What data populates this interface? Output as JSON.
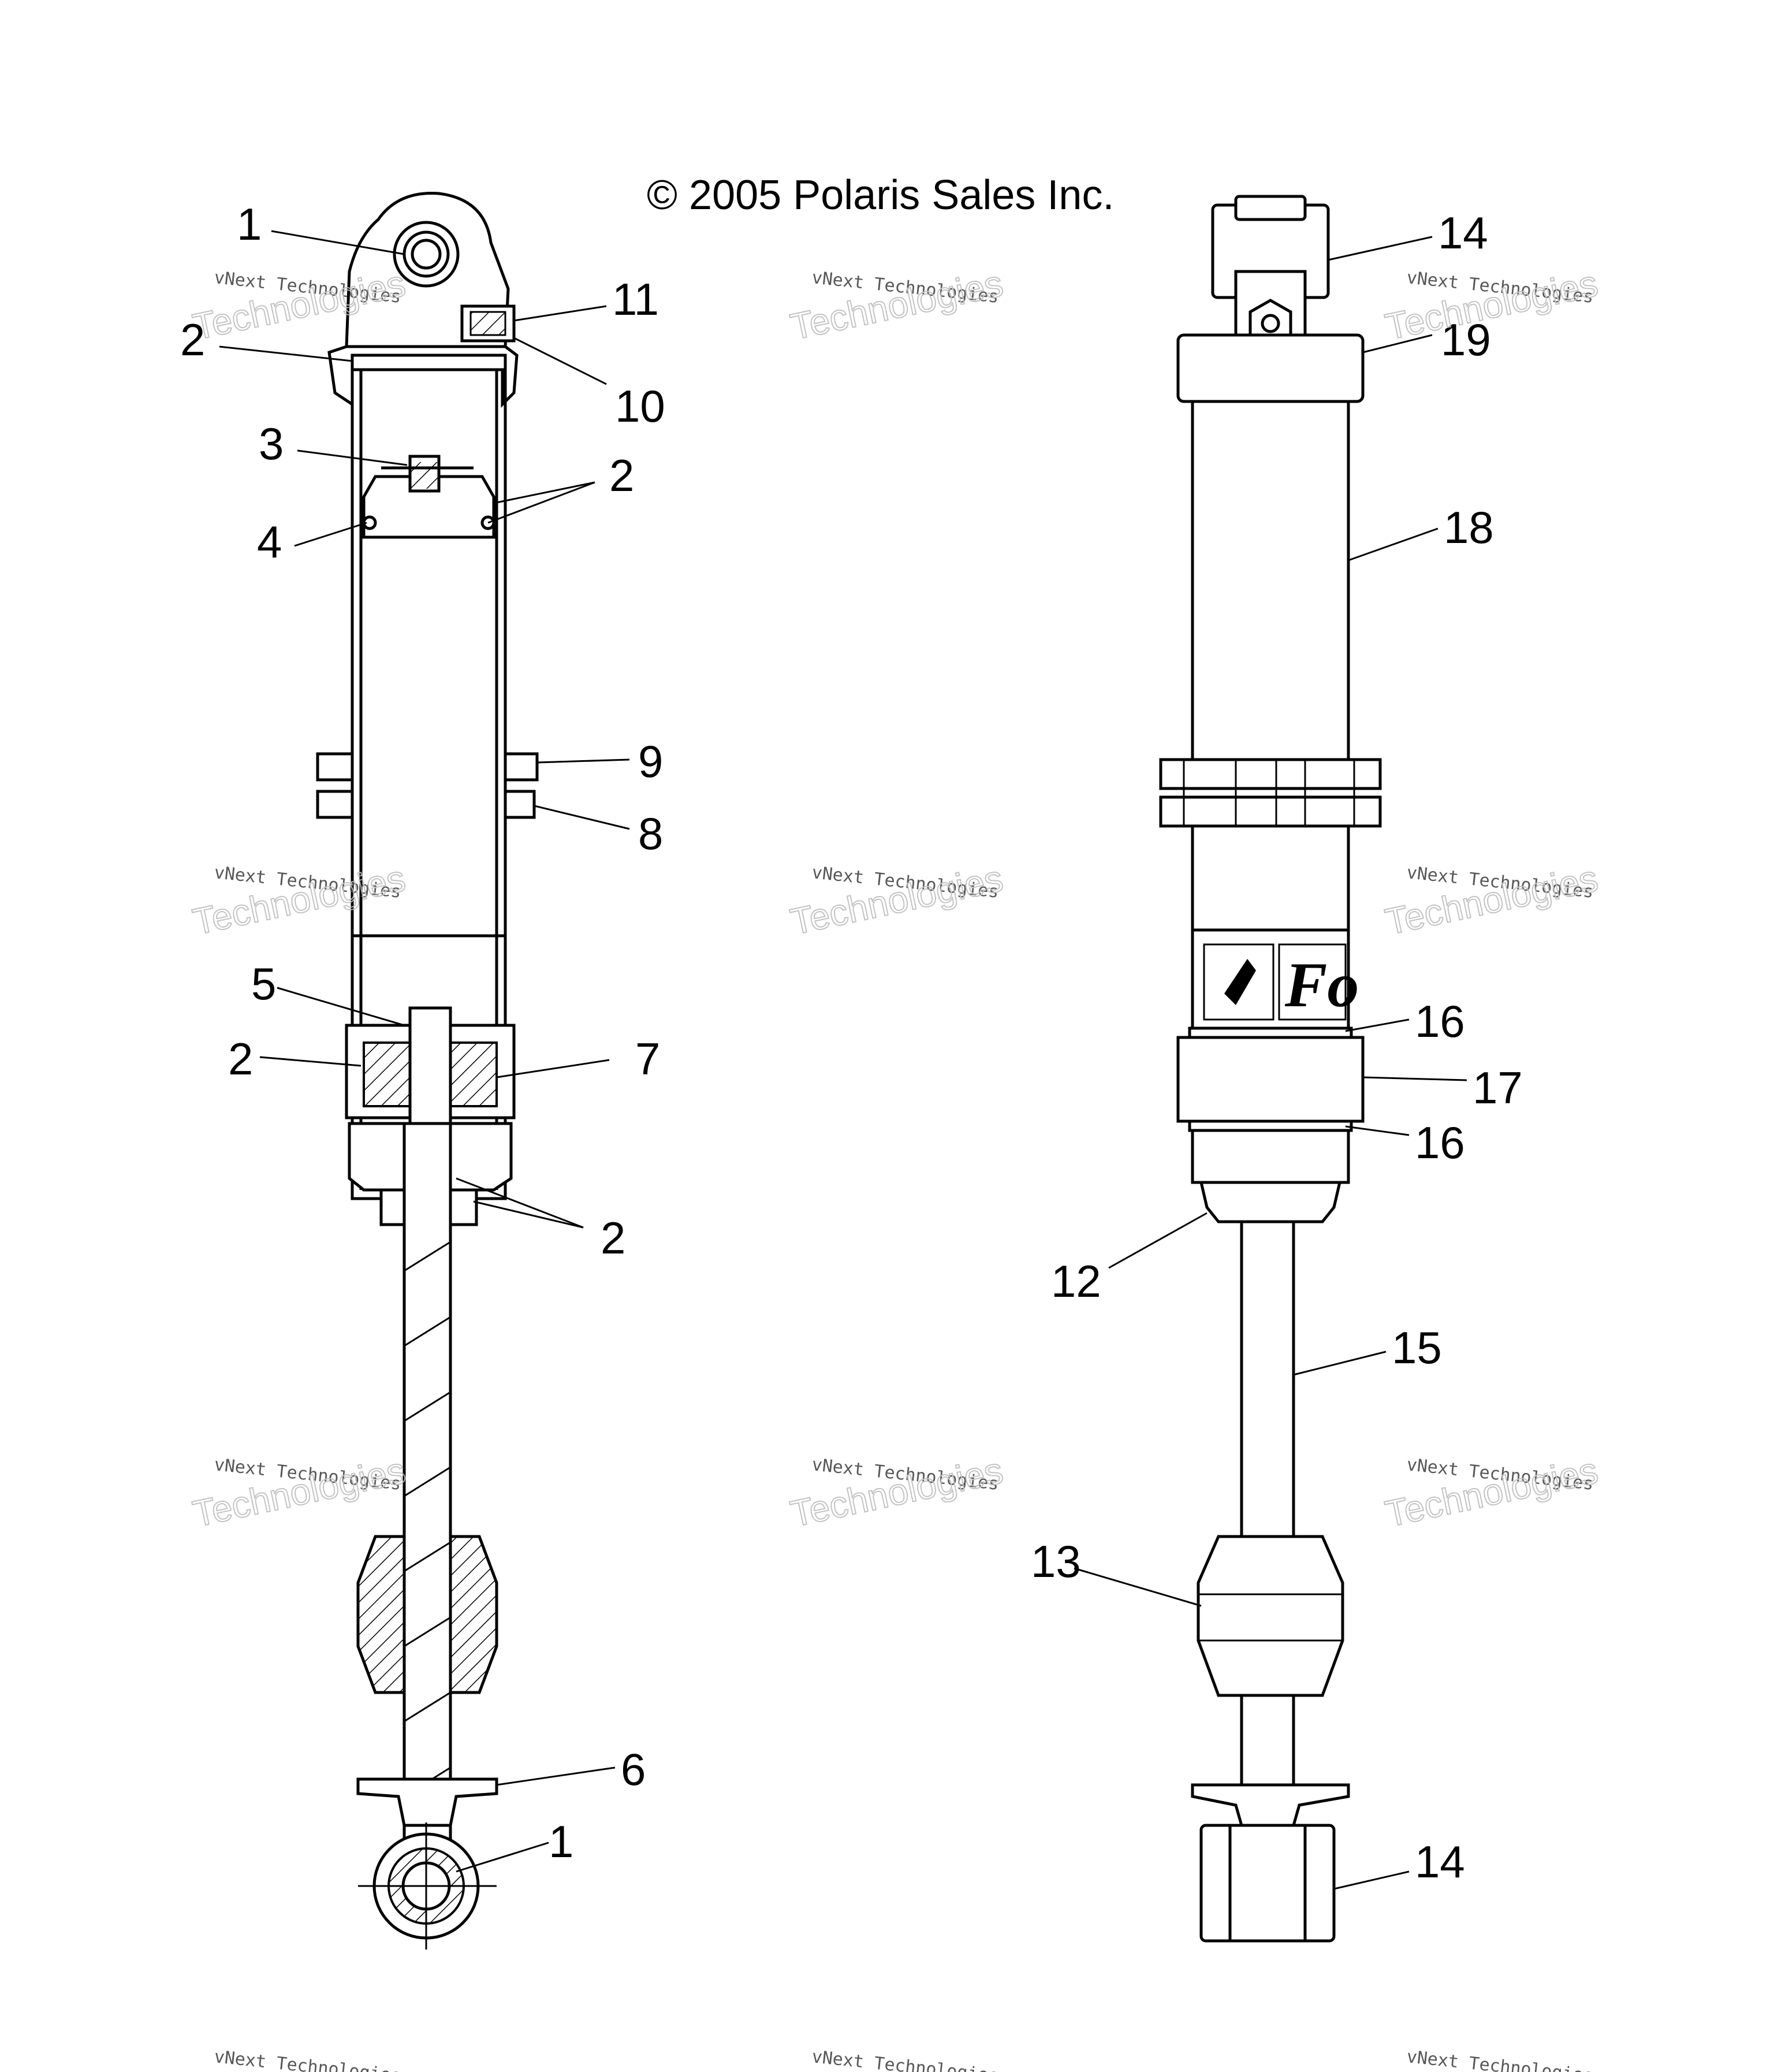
{
  "copyright": "© 2005 Polaris Sales Inc.",
  "watermark": {
    "line1": "vNext Technologies",
    "line2": "vNext Technologies"
  },
  "callouts": {
    "c1_top": "1",
    "c2_top": "2",
    "c3": "3",
    "c4": "4",
    "c2_piston": "2",
    "c11": "11",
    "c10": "10",
    "c9": "9",
    "c8": "8",
    "c5": "5",
    "c2_mid": "2",
    "c7": "7",
    "c2_low": "2",
    "c6": "6",
    "c1_bottom": "1",
    "c14_top": "14",
    "c19": "19",
    "c18": "18",
    "c16_upper": "16",
    "c17": "17",
    "c16_lower": "16",
    "c12": "12",
    "c15": "15",
    "c13": "13",
    "c14_bottom": "14"
  },
  "logo_text": "Fo",
  "colors": {
    "ink": "#000000",
    "paper": "#ffffff",
    "watermark": "#bdbdbd"
  }
}
